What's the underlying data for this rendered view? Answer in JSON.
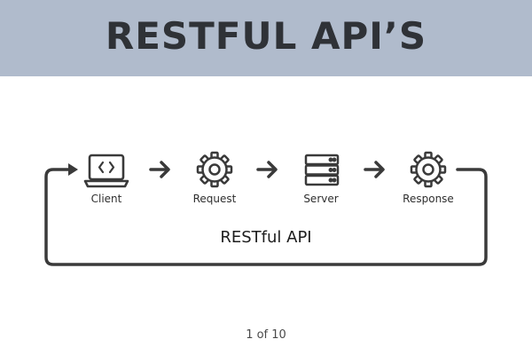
{
  "header": {
    "title": "RESTFUL API’S"
  },
  "diagram": {
    "stages": [
      {
        "label": "Client",
        "icon": "laptop-code-icon"
      },
      {
        "label": "Request",
        "icon": "gear-icon"
      },
      {
        "label": "Server",
        "icon": "server-icon"
      },
      {
        "label": "Response",
        "icon": "gear-icon"
      }
    ],
    "loop_label": "RESTful API"
  },
  "pagination": {
    "text": "1 of 10"
  },
  "colors": {
    "header_bg": "#b0bbcc",
    "stroke": "#3a3a3a"
  }
}
